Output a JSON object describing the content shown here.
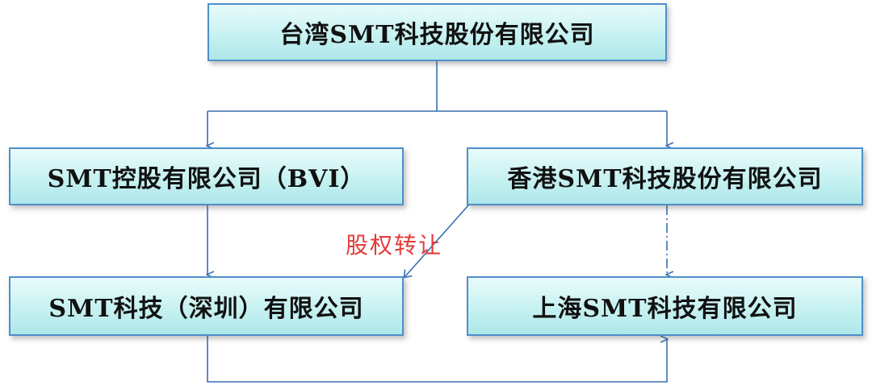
{
  "diagram": {
    "nodes": {
      "top": "台湾SMT科技股份有限公司",
      "bvi": "SMT控股有限公司（BVI）",
      "hk": "香港SMT科技股份有限公司",
      "shenzhen": "SMT科技（深圳）有限公司",
      "shanghai": "上海SMT科技有限公司"
    },
    "edge_label": "股权转让",
    "colors": {
      "box_border": "#4f8fca",
      "box_fill": "#c7f1f1",
      "line": "#3a6fb0",
      "edge_label": "#e33a3a"
    }
  }
}
